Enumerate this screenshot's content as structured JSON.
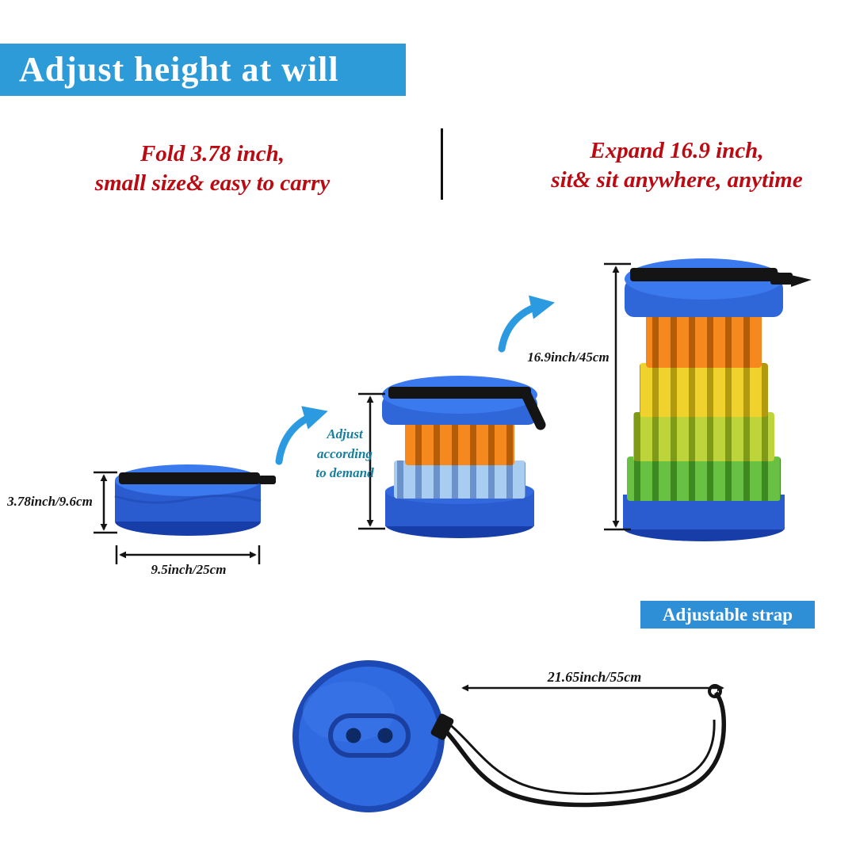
{
  "title_banner": {
    "label": "Adjust height at will"
  },
  "notes": {
    "left": {
      "line1": "Fold 3.78 inch,",
      "line2": "small size& easy to carry"
    },
    "right": {
      "line1": "Expand 16.9 inch,",
      "line2": "sit& sit anywhere, anytime"
    }
  },
  "dimensions": {
    "folded_height": "3.78inch/9.6cm",
    "folded_width": "9.5inch/25cm",
    "expanded_height": "16.9inch/45cm",
    "strap_length": "21.65inch/55cm"
  },
  "adjust_note": {
    "line1": "Adjust",
    "line2": "according",
    "line3": "to demand"
  },
  "strap_banner": {
    "label": "Adjustable strap"
  },
  "colors": {
    "banner_blue": "#2E9BD9",
    "note_red": "#BB0A12",
    "stool_blue": "#2F66D8",
    "stool_blue_dark": "#173EA8",
    "seat_blue": "#3B79EF",
    "orange": "#F5891E",
    "yellow": "#EFD32C",
    "yellow_green": "#BDD53A",
    "green": "#69C143",
    "light_blue": "#A9CDF0",
    "strap_black": "#141414",
    "adjust_teal": "#157F9D",
    "arrow_blue": "#2B9AE0"
  }
}
